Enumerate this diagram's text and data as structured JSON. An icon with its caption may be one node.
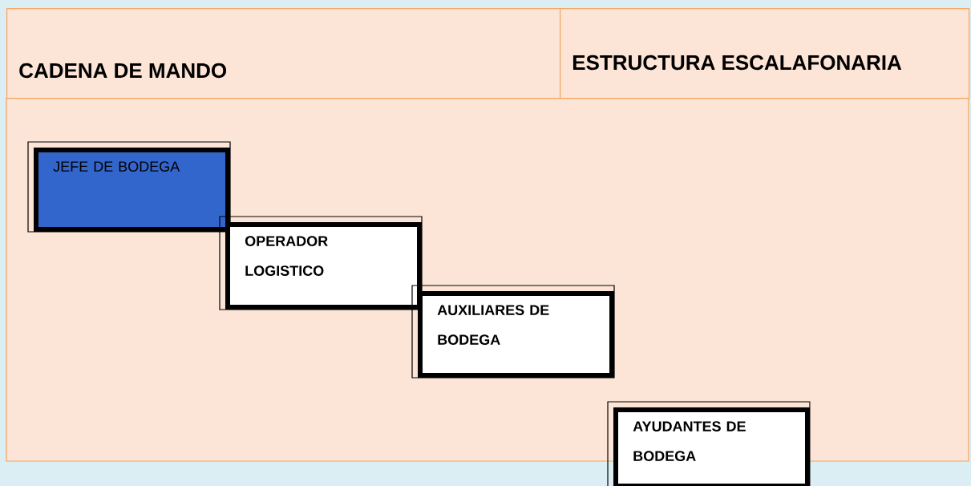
{
  "diagram": {
    "nodes": [
      {
        "text": [
          "CADENA DE MANDO"
        ]
      },
      {
        "text": [
          "ESTRUCTURA ESCALAFONARIA"
        ]
      },
      {
        "text": [
          "JEFE DE BODEGA"
        ]
      },
      {
        "text": [
          "OPERADOR LOGISTICO"
        ]
      },
      {
        "text": [
          "AUXILIARES DE BODEGA"
        ]
      },
      {
        "text": [
          "AYUDANTES DE BODEGA"
        ]
      }
    ]
  }
}
